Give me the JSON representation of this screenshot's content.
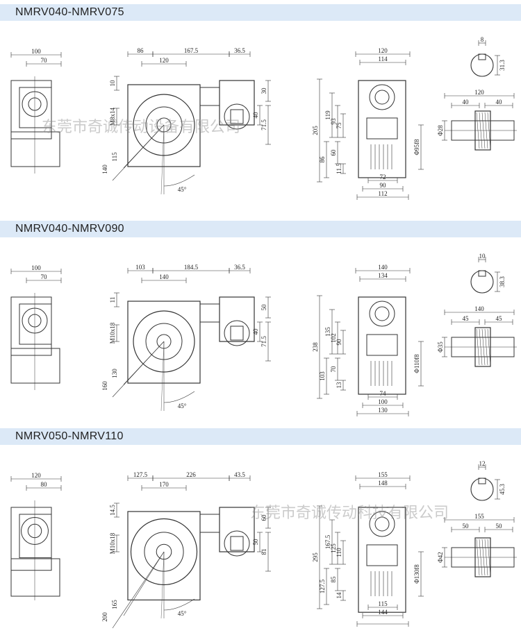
{
  "watermarks": [
    "东莞市奇诚传动设备有限公司",
    "东莞市奇诚传动科技有限公司"
  ],
  "sections": [
    {
      "title": "NMRV040-NMRV075",
      "d": {
        "side_w": "100",
        "side_w2": "70",
        "front_l": "86",
        "front_m": "167.5",
        "front_r": "36.5",
        "front_c": "120",
        "front_v1": "10",
        "front_v2": "30",
        "front_v3": "40",
        "front_v4": "71.5",
        "front_key": "M8x14",
        "front_r1": "115",
        "front_r2": "140",
        "angle": "45°",
        "rear_w1": "120",
        "rear_w2": "114",
        "rear_h1": "205",
        "rear_h2": "119",
        "rear_h3": "93",
        "rear_h4": "75",
        "rear_h5": "60",
        "rear_h6": "86",
        "rear_h7": "11.5",
        "rear_dia": "Φ95f8",
        "rear_b1": "72",
        "rear_b2": "90",
        "rear_b3": "112",
        "shaft_key": "8",
        "shaft_k2": "31.3",
        "shaft_len": "120",
        "shaft_l": "40",
        "shaft_r": "40",
        "shaft_dia": "Φ28"
      }
    },
    {
      "title": "NMRV040-NMRV090",
      "d": {
        "side_w": "100",
        "side_w2": "70",
        "front_l": "103",
        "front_m": "184.5",
        "front_r": "36.5",
        "front_c": "140",
        "front_v1": "11",
        "front_v2": "50",
        "front_v3": "40",
        "front_v4": "71.5",
        "front_key": "M10x18",
        "front_r1": "130",
        "front_r2": "160",
        "angle": "45°",
        "rear_w1": "140",
        "rear_w2": "134",
        "rear_h1": "238",
        "rear_h2": "135",
        "rear_h3": "102",
        "rear_h4": "90",
        "rear_h5": "70",
        "rear_h6": "103",
        "rear_h7": "13",
        "rear_dia": "Φ110f8",
        "rear_b1": "74",
        "rear_b2": "100",
        "rear_b3": "130",
        "shaft_key": "10",
        "shaft_k2": "38.3",
        "shaft_len": "140",
        "shaft_l": "45",
        "shaft_r": "45",
        "shaft_dia": "Φ35"
      }
    },
    {
      "title": "NMRV050-NMRV110",
      "d": {
        "side_w": "120",
        "side_w2": "80",
        "front_l": "127.5",
        "front_m": "226",
        "front_r": "43.5",
        "front_c": "170",
        "front_v1": "14.5",
        "front_v2": "60",
        "front_v3": "50",
        "front_v4": "81",
        "front_key": "M10x18",
        "front_r1": "165",
        "front_r2": "200",
        "angle": "45°",
        "rear_w1": "155",
        "rear_w2": "148",
        "rear_h1": "295",
        "rear_h2": "167.5",
        "rear_h3": "125",
        "rear_h4": "110",
        "rear_h5": "85",
        "rear_h6": "127.5",
        "rear_h7": "14",
        "rear_dia": "Φ130f8",
        "rear_b1": "115",
        "rear_b2": "144",
        "rear_b3": "",
        "shaft_key": "12",
        "shaft_k2": "45.3",
        "shaft_len": "155",
        "shaft_l": "50",
        "shaft_r": "50",
        "shaft_dia": "Φ42"
      }
    }
  ]
}
